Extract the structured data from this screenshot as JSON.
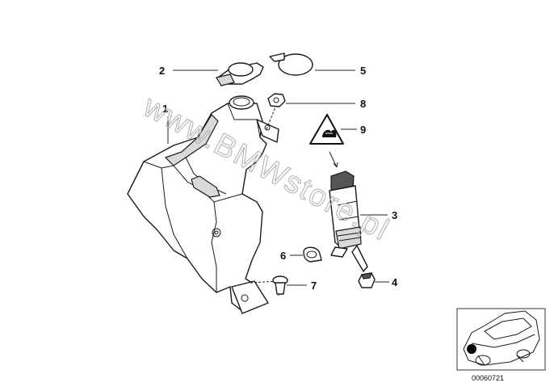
{
  "diagram": {
    "callouts": [
      "1",
      "2",
      "3",
      "4",
      "5",
      "6",
      "7",
      "8",
      "9"
    ],
    "watermark": "www.BMWstore.pl",
    "document_number": "00060721"
  }
}
